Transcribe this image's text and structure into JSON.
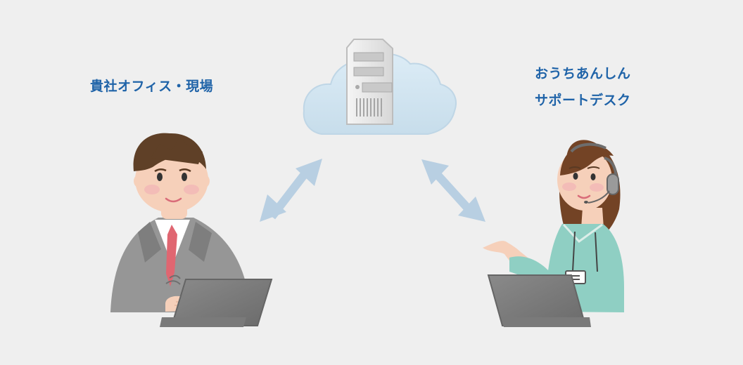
{
  "labels": {
    "office": "貴社オフィス・現場",
    "support_line1": "おうちあんしん",
    "support_line2": "サポートデスク"
  },
  "colors": {
    "background": "#efefef",
    "label_text": "#1f63a8",
    "arrow": "#b8cfe2",
    "cloud": "#d2e5f1",
    "server": "#e6e6e6",
    "laptop": "#7a7a7a",
    "suit": "#8e8e8e",
    "tie": "#e06671",
    "operator_shirt": "#8fcfc3"
  },
  "icons": {
    "center": "cloud-server-icon",
    "left_person": "office-worker-illustration",
    "right_person": "support-operator-illustration",
    "left_arrow": "double-arrow-icon",
    "right_arrow": "double-arrow-icon"
  }
}
